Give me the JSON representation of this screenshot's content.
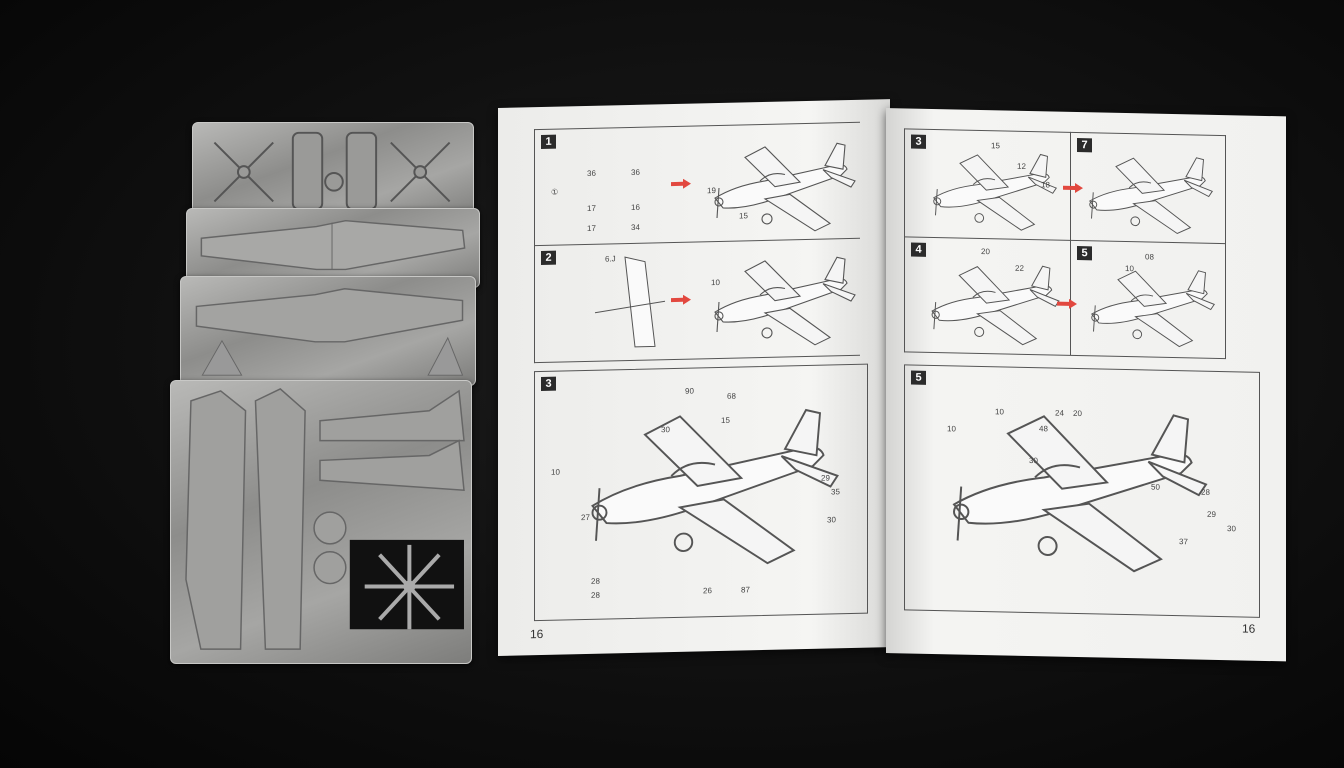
{
  "booklet": {
    "left_page": {
      "page_number": "16",
      "panels": [
        {
          "step": "1",
          "labels": [
            "36",
            "36",
            "17",
            "16",
            "17",
            "34",
            "19",
            "15",
            "①"
          ]
        },
        {
          "step": "2",
          "labels": [
            "6.J",
            "10"
          ]
        },
        {
          "step": "3",
          "labels": [
            "90",
            "68",
            "30",
            "15",
            "10",
            "27",
            "29",
            "35",
            "30",
            "28",
            "28",
            "26",
            "87"
          ]
        }
      ]
    },
    "right_page": {
      "page_number": "16",
      "panels": [
        {
          "step": "3",
          "labels": [
            "15",
            "12",
            "18"
          ]
        },
        {
          "step": "7",
          "labels": []
        },
        {
          "step": "4",
          "labels": [
            "20",
            "22"
          ]
        },
        {
          "step": "5",
          "labels": [
            "08",
            "10"
          ]
        },
        {
          "step": "5",
          "labels": [
            "10",
            "10",
            "48",
            "24",
            "20",
            "30",
            "50",
            "28",
            "29",
            "30",
            "37"
          ]
        }
      ]
    }
  },
  "colors": {
    "arrow": "#e2483f",
    "background": "#0c0c0c",
    "paper": "#f3f3f1",
    "metal": "#a3a3a1"
  }
}
